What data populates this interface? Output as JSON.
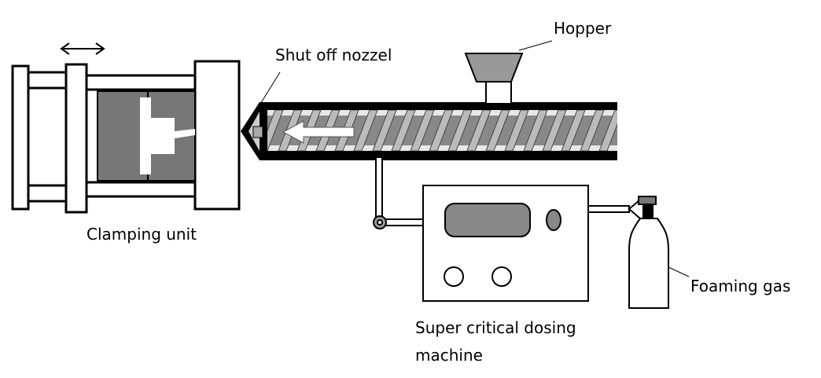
{
  "labels": {
    "hopper": "Hopper",
    "shut_off_nozzle": "Shut off nozzel",
    "clamping_unit": "Clamping unit",
    "foaming_gas": "Foaming gas",
    "dosing_machine_line1": "Super critical dosing",
    "dosing_machine_line2": "machine"
  },
  "colors": {
    "outline": "#000000",
    "fill_dark": "#777777",
    "fill_light": "#dddddd",
    "background": "#ffffff"
  }
}
